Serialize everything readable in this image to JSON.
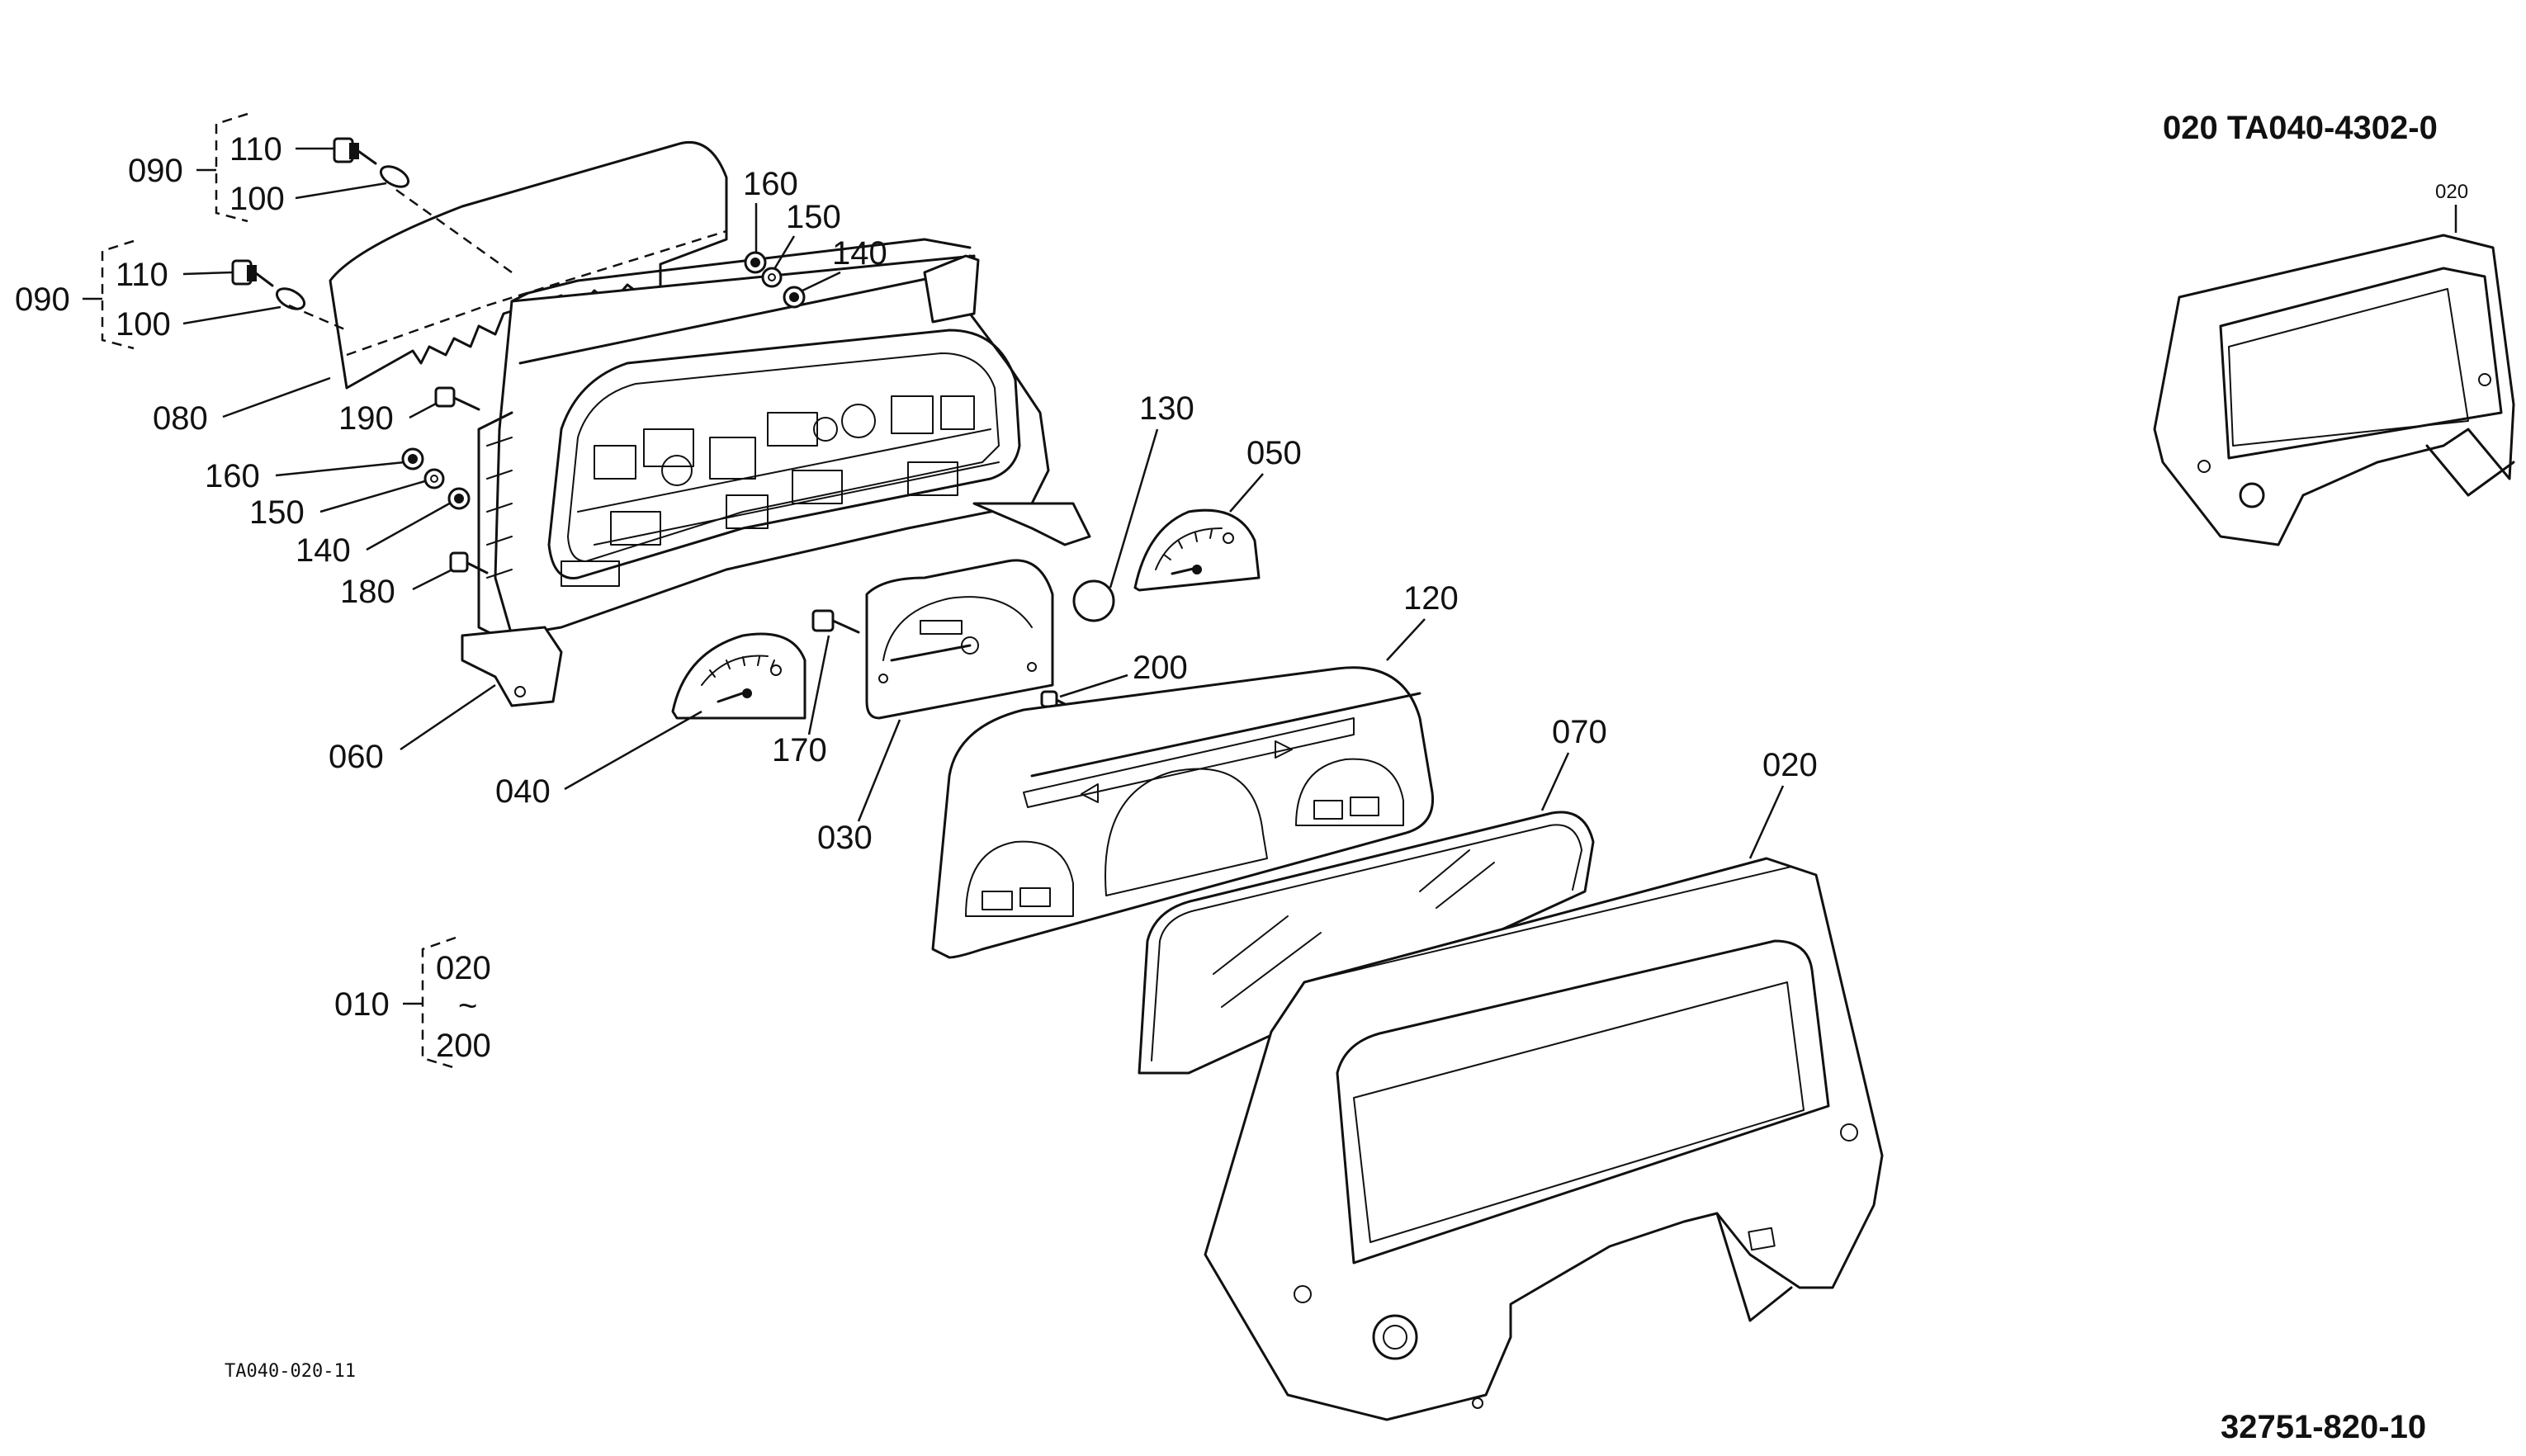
{
  "header": {
    "part_ref": "020 TA040-4302-0",
    "inset_label": "020"
  },
  "footer": {
    "drawing_code": "TA040-020-11",
    "catalog_no": "32751-820-10"
  },
  "labels": {
    "l090a": "090",
    "l110a": "110",
    "l100a": "100",
    "l090b": "090",
    "l110b": "110",
    "l100b": "100",
    "l080": "080",
    "l160a": "160",
    "l150a": "150",
    "l140a": "140",
    "l190": "190",
    "l160b": "160",
    "l150b": "150",
    "l140b": "140",
    "l180": "180",
    "l060": "060",
    "l040": "040",
    "l170": "170",
    "l030": "030",
    "l200": "200",
    "l130": "130",
    "l050": "050",
    "l120": "120",
    "l070": "070",
    "l020": "020",
    "l010": "010",
    "l010_from": "020",
    "l010_tilde": "~",
    "l010_to": "200"
  }
}
